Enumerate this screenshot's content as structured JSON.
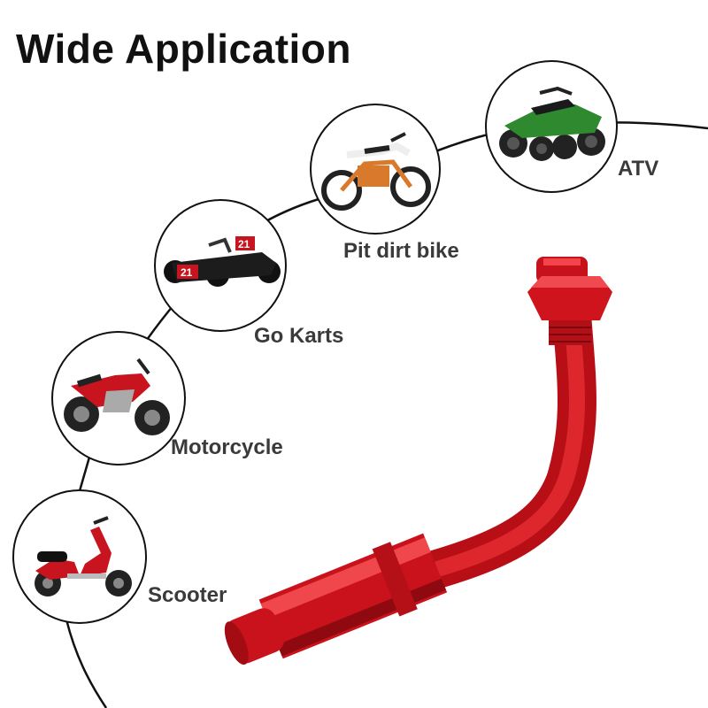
{
  "title": "Wide Application",
  "applications": [
    {
      "label": "ATV",
      "icon": "atv-icon"
    },
    {
      "label": "Pit dirt bike",
      "icon": "dirt-bike-icon"
    },
    {
      "label": "Go Karts",
      "icon": "go-kart-icon"
    },
    {
      "label": "Motorcycle",
      "icon": "motorcycle-icon"
    },
    {
      "label": "Scooter",
      "icon": "scooter-icon"
    }
  ],
  "kart_number": "21",
  "product": {
    "name": "valve extension",
    "color": "#d8141c"
  },
  "colors": {
    "line": "#111111",
    "label": "#3a3a3a",
    "atv_green": "#2f8a2f",
    "bike_orange": "#d9792b",
    "moto_red": "#c8141e"
  }
}
